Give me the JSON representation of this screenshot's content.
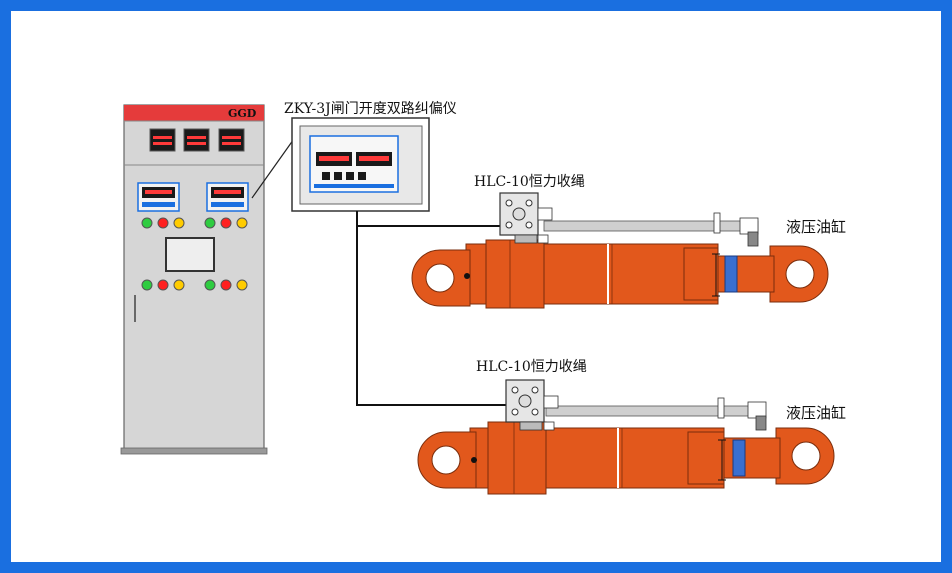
{
  "cabinet": {
    "brand": "GGD"
  },
  "instrument": {
    "title": "ZKY-3J闸门开度双路纠偏仪"
  },
  "sensors": [
    {
      "label": "HLC-10恒力收绳"
    },
    {
      "label": "HLC-10恒力收绳"
    }
  ],
  "cylinders": [
    {
      "label": "液压油缸"
    },
    {
      "label": "液压油缸"
    }
  ],
  "colors": {
    "frame": "#1a6fe0",
    "cylinder": "#e2581c",
    "cabinet": "#d6d6d6",
    "cabinet_top": "#e53b3b",
    "display": "#1a1a1a",
    "led_red": "#ff3a3a",
    "lamp_green": "#2ecc40",
    "lamp_red": "#ff2020",
    "lamp_yellow": "#ffcc00",
    "seal": "#1a6fe0"
  }
}
